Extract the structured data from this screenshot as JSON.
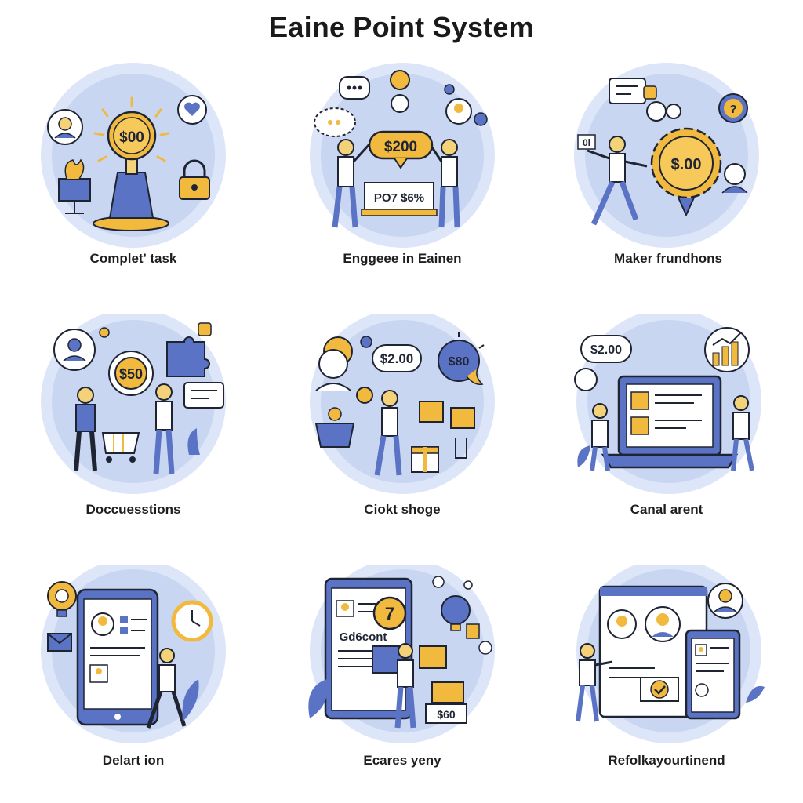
{
  "page": {
    "title": "Eaine Point System"
  },
  "colors": {
    "circle_fill": "#c9d6f2",
    "circle_ring": "#dde6f8",
    "accent_blue": "#5b73c4",
    "accent_gold": "#f1b93e",
    "ink": "#1f2433"
  },
  "cards": [
    {
      "caption": "Complet' task",
      "badge": "$00",
      "icons": [
        "coin-icon",
        "lock-icon",
        "heart-bubble-icon",
        "trophy-pedestal-icon"
      ]
    },
    {
      "caption": "Enggeee in Eainen",
      "badge": "$200",
      "sign": "PO7 $6%",
      "icons": [
        "chat-bubble-icon",
        "people-icon"
      ]
    },
    {
      "caption": "Maker frundhons",
      "badge": "$.00",
      "tag": "0l",
      "icons": [
        "gear-icon",
        "question-bubble-icon"
      ]
    },
    {
      "caption": "Doccuesstions",
      "badge": "$50",
      "icons": [
        "cart-icon",
        "puzzle-icon",
        "chat-bubble-icon"
      ]
    },
    {
      "caption": "Ciokt shoge",
      "badge": "$2.00",
      "badge2": "$80",
      "icons": [
        "basket-icon",
        "gift-icon",
        "lightbulb-icon"
      ]
    },
    {
      "caption": "Canal arent",
      "badge": "$2.00",
      "icons": [
        "laptop-icon",
        "bar-chart-icon"
      ]
    },
    {
      "caption": "Delart ion",
      "icons": [
        "tablet-icon",
        "clock-icon",
        "lightbulb-icon",
        "mail-icon"
      ]
    },
    {
      "caption": "Ecares yeny",
      "doc_text": "Gd6cont",
      "badge": "7",
      "box_label": "$60",
      "icons": [
        "document-icon",
        "lightbulb-icon"
      ]
    },
    {
      "caption": "Refolkayourtinend",
      "icons": [
        "profile-window-icon",
        "phone-icon",
        "checkmark-icon"
      ]
    }
  ]
}
